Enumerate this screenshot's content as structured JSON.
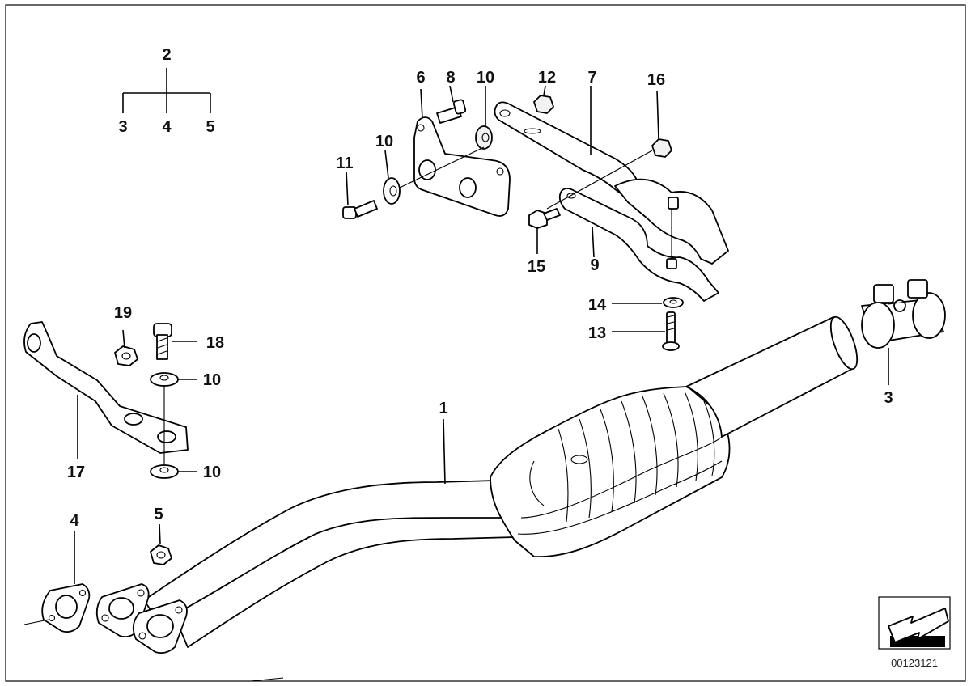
{
  "diagram": {
    "legend_tree": {
      "parent": "2",
      "children": [
        "3",
        "4",
        "5"
      ]
    },
    "callouts": [
      {
        "id": "c1",
        "text": "1"
      },
      {
        "id": "c3a",
        "text": "3"
      },
      {
        "id": "c4a",
        "text": "4"
      },
      {
        "id": "c5a",
        "text": "5"
      },
      {
        "id": "c3b",
        "text": "3"
      },
      {
        "id": "c4b",
        "text": "4"
      },
      {
        "id": "c5b",
        "text": "5"
      },
      {
        "id": "c6",
        "text": "6"
      },
      {
        "id": "c7",
        "text": "7"
      },
      {
        "id": "c8",
        "text": "8"
      },
      {
        "id": "c9",
        "text": "9"
      },
      {
        "id": "c10a",
        "text": "10"
      },
      {
        "id": "c10b",
        "text": "10"
      },
      {
        "id": "c10c",
        "text": "10"
      },
      {
        "id": "c10d",
        "text": "10"
      },
      {
        "id": "c11",
        "text": "11"
      },
      {
        "id": "c12",
        "text": "12"
      },
      {
        "id": "c13",
        "text": "13"
      },
      {
        "id": "c14",
        "text": "14"
      },
      {
        "id": "c15",
        "text": "15"
      },
      {
        "id": "c16",
        "text": "16"
      },
      {
        "id": "c17",
        "text": "17"
      },
      {
        "id": "c18",
        "text": "18"
      },
      {
        "id": "c19",
        "text": "19"
      }
    ],
    "doc_number": "00123121",
    "colors": {
      "line": "#000000",
      "background": "#ffffff",
      "shade": "#d9d9d9"
    }
  }
}
